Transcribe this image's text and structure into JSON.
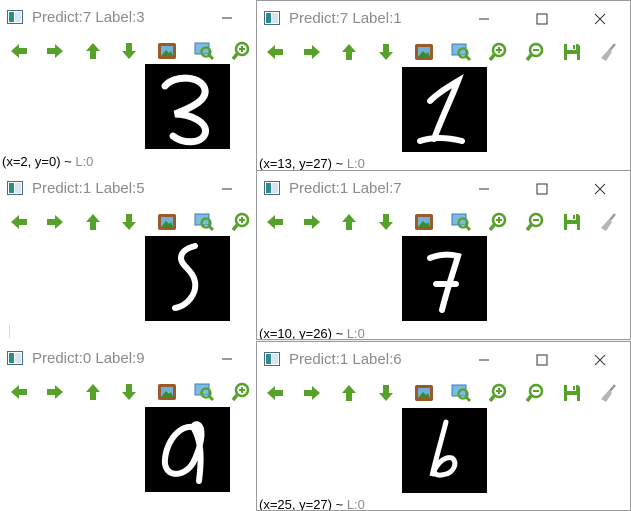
{
  "windows": [
    {
      "id": "w1",
      "title": "Predict:7 Label:3",
      "digit": "3",
      "status_coords": "(x=2, y=0) ~ ",
      "status_value": "L:0"
    },
    {
      "id": "w2",
      "title": "Predict:7 Label:1",
      "digit": "1",
      "status_coords": "(x=13, y=27) ~ ",
      "status_value": "L:0"
    },
    {
      "id": "w3",
      "title": "Predict:1 Label:5",
      "digit": "5",
      "status_coords": "",
      "status_value": ""
    },
    {
      "id": "w4",
      "title": "Predict:1 Label:7",
      "digit": "7",
      "status_coords": "(x=10, y=26) ~ ",
      "status_value": "L:0"
    },
    {
      "id": "w5",
      "title": "Predict:0 Label:9",
      "digit": "9",
      "status_coords": "",
      "status_value": ""
    },
    {
      "id": "w6",
      "title": "Predict:1 Label:6",
      "digit": "6",
      "status_coords": "(x=25, y=27) ~ ",
      "status_value": "L:0"
    }
  ],
  "toolbar": [
    "arrow-left-icon",
    "arrow-right-icon",
    "arrow-up-icon",
    "arrow-down-icon",
    "image-icon",
    "zoom-rect-icon",
    "zoom-in-icon",
    "zoom-out-icon",
    "save-icon",
    "broom-icon"
  ],
  "colors": {
    "toolbar_green": "#57a12a",
    "title_gray": "#8a8a8a"
  }
}
